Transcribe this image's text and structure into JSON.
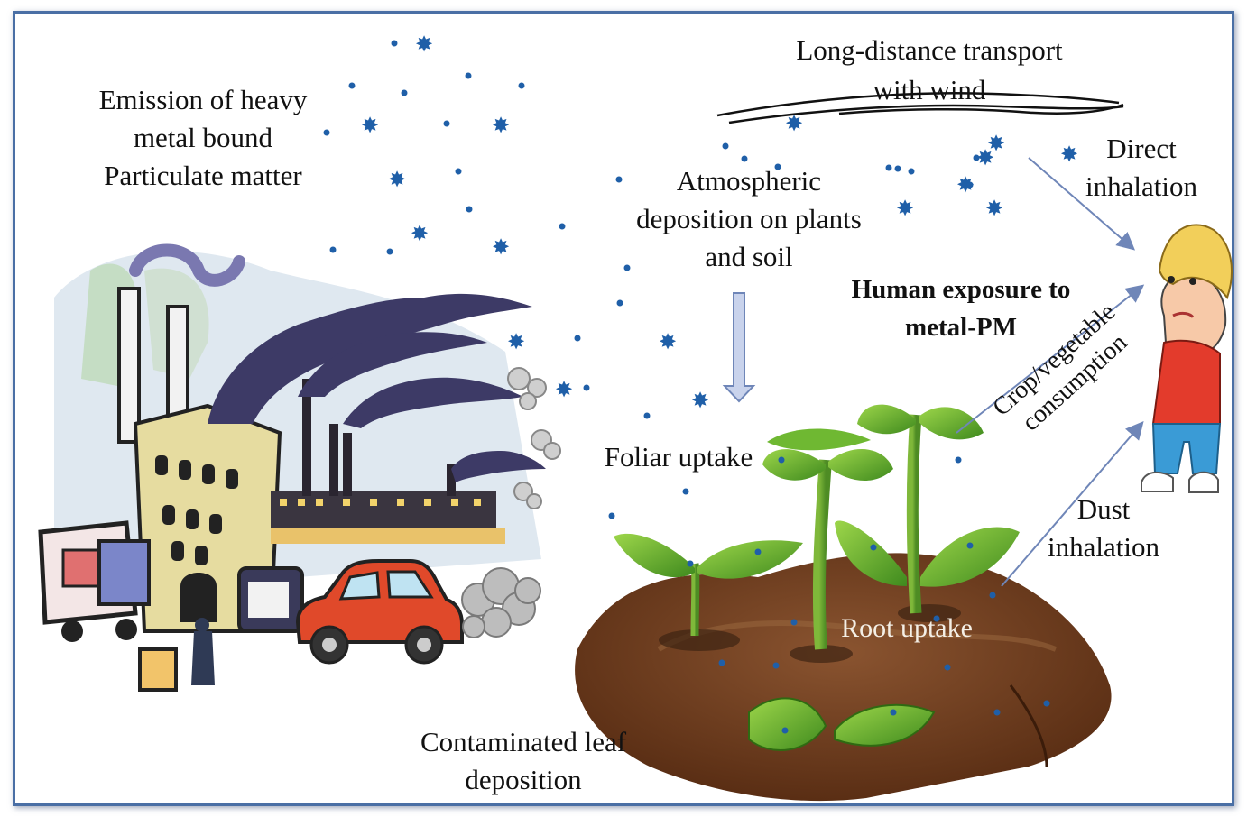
{
  "labels": {
    "emission": [
      "Emission of heavy",
      "metal bound",
      "Particulate matter"
    ],
    "transport": [
      "Long-distance transport",
      "with wind"
    ],
    "direct_inhalation": [
      "Direct",
      "inhalation"
    ],
    "atmospheric": [
      "Atmospheric",
      "deposition on plants",
      "and soil"
    ],
    "human_exposure": [
      "Human exposure to",
      "metal-PM"
    ],
    "crop": [
      "Crop/vegetable",
      "consumption"
    ],
    "foliar": "Foliar uptake",
    "dust": [
      "Dust",
      "inhalation"
    ],
    "root": "Root uptake",
    "leaf": [
      "Contaminated leaf",
      "deposition"
    ]
  },
  "colors": {
    "frame": "#4a6fa5",
    "particle": "#1f5fa8",
    "arrow": "#6f86b8",
    "soil": "#6b3a1e",
    "leaf": "#5aa02c",
    "smoke": "#3d3a66",
    "car": "#e0492a"
  },
  "icons": [
    "factory-illustration",
    "smoke-plume",
    "car-illustration",
    "truck-illustration",
    "seedling-illustration",
    "soil-mound",
    "child-illustration",
    "particle-star"
  ]
}
